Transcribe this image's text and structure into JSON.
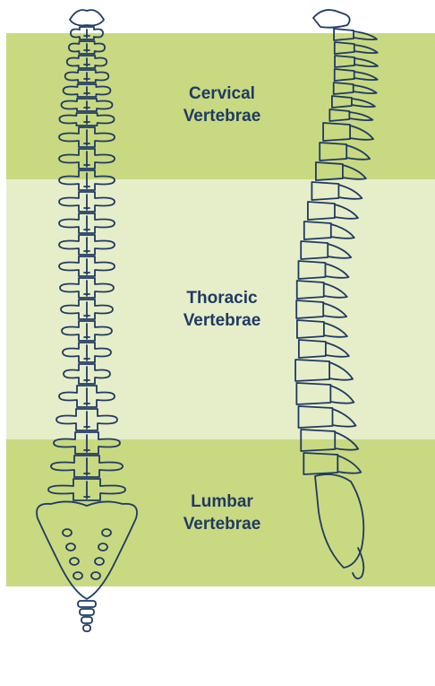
{
  "regions": {
    "cervical": {
      "line1": "Cervical",
      "line2": "Vertebrae"
    },
    "thoracic": {
      "line1": "Thoracic",
      "line2": "Vertebrae"
    },
    "lumbar": {
      "line1": "Lumbar",
      "line2": "Vertebrae"
    }
  },
  "colors": {
    "band_dark": "#c8d981",
    "band_light": "#e6eec9",
    "line": "#1f3a63",
    "text": "#1f3a63"
  }
}
